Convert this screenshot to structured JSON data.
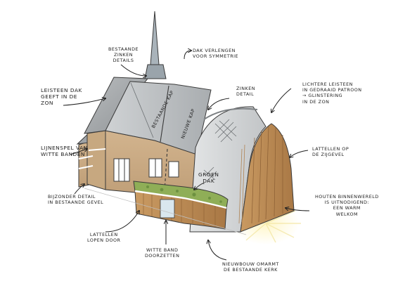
{
  "labels": {
    "bestaande_zinken_details": "Bestaande\nzinken\ndetails",
    "dak_verlengen": "Dak verlengen\nvoor symmetrie",
    "leisteen_dak": "Leisteen dak\ngeeft in de\nzon",
    "zinken_detail": "Zinken\ndetail",
    "lichtere_leisteen": "Lichtere leisteen\nin gedraaid patroon\n→ glinstering\n    in de zon",
    "lijnenspel": "Lijnenspel van\nwitte banden",
    "lattellen_zijgevel": "Lattellen op\nde zijgevel",
    "bestaande_kap": "Bestaande kap",
    "nieuwe_kap": "Nieuwe kap",
    "groen_dak": "Groen\ndak",
    "houten_binnenwereld": "Houten binnenwereld\nis uitnodigend:\neen warm\nwelkom",
    "bijzonder_detail": "Bijzonder detail\nin bestaande gevel",
    "lattellen_lopen_door": "Lattellen\nlopen door",
    "witte_band": "Witte band\ndoorzetten",
    "nieuwbouw_omarmt": "Nieuwbouw omarmt\nde bestaande kerk"
  }
}
